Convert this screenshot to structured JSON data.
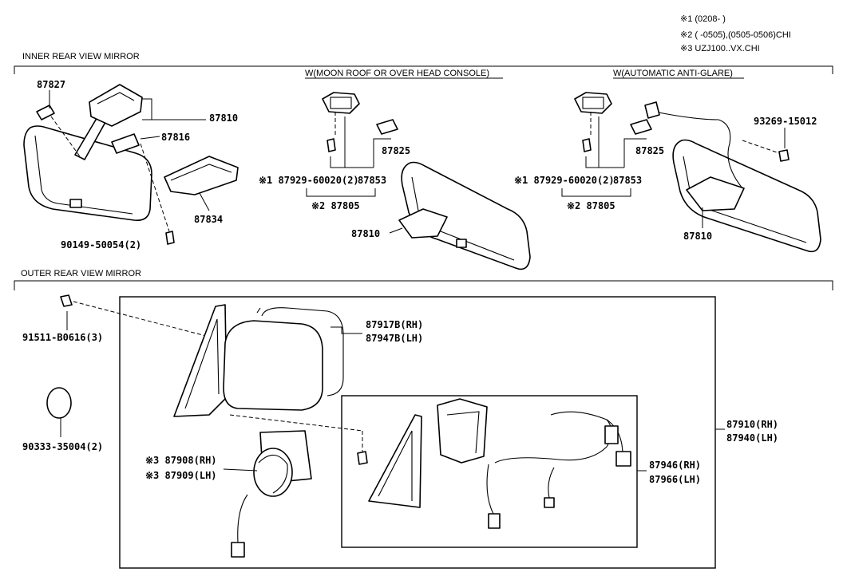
{
  "notes": {
    "n1": "※1 (0208-         )",
    "n2": "※2 (          -0505),(0505-0506)CHI",
    "n3": "※3 UZJ100..VX.CHI"
  },
  "sections": {
    "inner_title": "INNER REAR VIEW MIRROR",
    "outer_title": "OUTER REAR VIEW MIRROR",
    "sub_moon_roof": "W(MOON ROOF OR OVER HEAD CONSOLE)",
    "sub_anti_glare": "W(AUTOMATIC ANTI-GLARE)"
  },
  "inner": {
    "p87827": "87827",
    "p87810_a": "87810",
    "p87816": "87816",
    "p87834": "87834",
    "p90149": "90149-50054(2)",
    "p87825_a": "87825",
    "p87929_a": "※1 87929-60020(2)",
    "p87853_a": "87853",
    "p87805_a": "※2 87805",
    "p87810_b": "87810",
    "p87825_b": "87825",
    "p87929_b": "※1 87929-60020(2)",
    "p87853_b": "87853",
    "p87805_b": "※2 87805",
    "p93269": "93269-15012",
    "p87810_c": "87810"
  },
  "outer": {
    "p91511": "91511-B0616(3)",
    "p90333": "90333-35004(2)",
    "p87917": "87917B(RH)",
    "p87947": "87947B(LH)",
    "p87908": "※3 87908(RH)",
    "p87909": "※3 87909(LH)",
    "p87910": "87910(RH)",
    "p87940": "87940(LH)",
    "p87946": "87946(RH)",
    "p87966": "87966(LH)"
  }
}
